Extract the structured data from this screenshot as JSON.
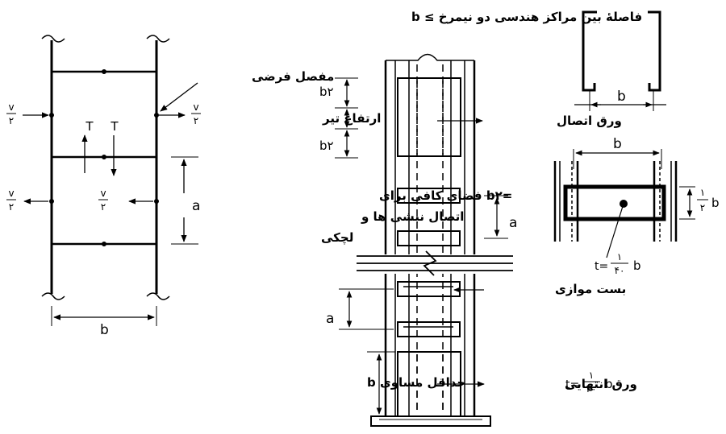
{
  "title": "فاصلهٔ بین مراکز هندسی دو نیمرخ ≥ b",
  "left": {
    "hinge": "مفصل فرضی",
    "v_num": "v",
    "v_den": "۲",
    "T": "T",
    "a": "a",
    "b": "b"
  },
  "center": {
    "b2": "b۲",
    "beam_height": "ارتفاع تیر",
    "space_line1": "=b۲ فضای کافی برای",
    "space_line2": "اتصال نبشی ها و",
    "space_line3": "لچکی",
    "tie_plate": "ورق اتصال",
    "a": "a",
    "batten": "بست موازی",
    "min_equal": "حداقل مساوی b",
    "end_plate": "ورق انتهایی",
    "t_eq": "t=",
    "frac_num": "۱",
    "frac_den": "۴۰",
    "b": "b"
  },
  "right": {
    "b": "b",
    "half_num": "۱",
    "half_den": "۲",
    "t_eq": "t=",
    "frac_num": "۱",
    "frac_den": "۴۰"
  }
}
